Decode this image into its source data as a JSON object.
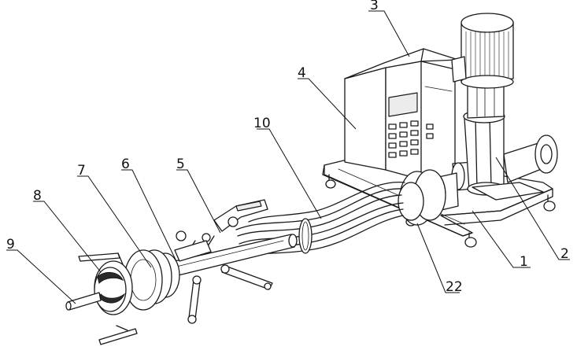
{
  "callouts": {
    "c1": "1",
    "c2": "2",
    "c3": "3",
    "c4": "4",
    "c5": "5",
    "c6": "6",
    "c7": "7",
    "c8": "8",
    "c9": "9",
    "c10": "10",
    "c22": "22"
  },
  "parts": [
    "base-frame",
    "vertical-pump",
    "electric-motor",
    "control-cabinet",
    "hose-bundle",
    "probe-tube",
    "cutter-head",
    "nozzle-head"
  ]
}
